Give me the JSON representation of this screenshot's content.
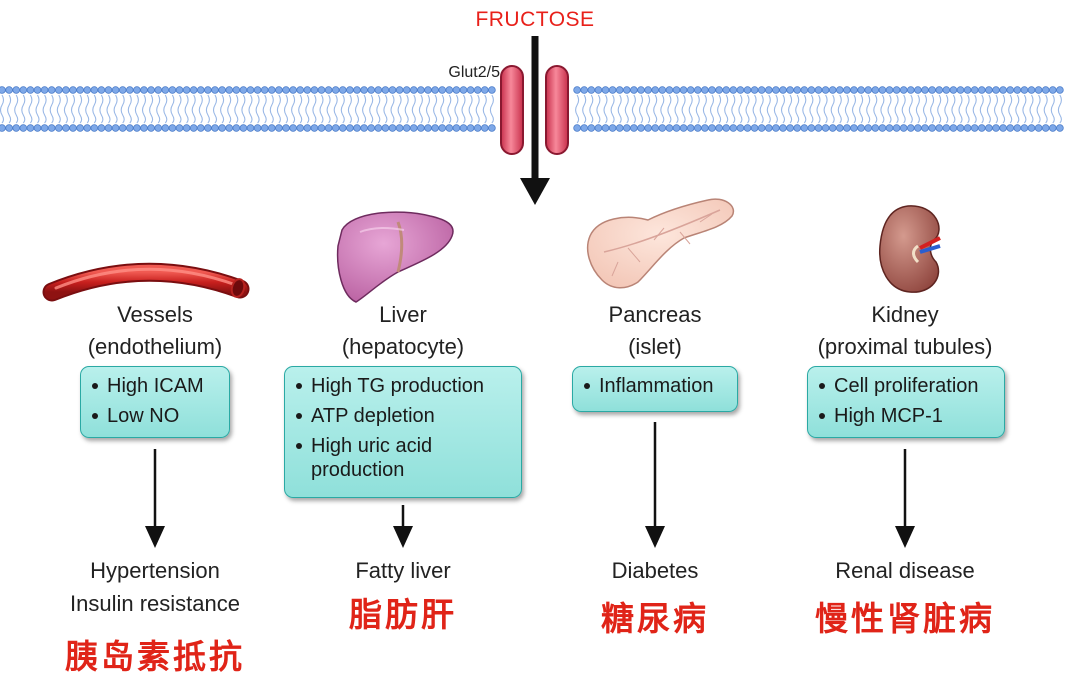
{
  "header": {
    "title": "FRUCTOSE",
    "transporter_label": "Glut2/5"
  },
  "colors": {
    "title_red": "#e8201a",
    "chinese_red": "#e02418",
    "membrane_blue": "#7ea8e8",
    "channel_red": "#f0607a",
    "box_teal": "#9fe6e0"
  },
  "columns": [
    {
      "icon": "blood-vessel-icon",
      "organ": "Vessels",
      "location": "(endothelium)",
      "effects": [
        "High ICAM",
        "Low NO"
      ],
      "outcome_lines": [
        "Hypertension",
        "Insulin resistance"
      ],
      "chinese": "胰岛素抵抗"
    },
    {
      "icon": "liver-icon",
      "organ": "Liver",
      "location": "(hepatocyte)",
      "effects": [
        "High TG production",
        "ATP depletion",
        "High uric acid production"
      ],
      "outcome_lines": [
        "Fatty liver"
      ],
      "chinese": "脂肪肝"
    },
    {
      "icon": "pancreas-icon",
      "organ": "Pancreas",
      "location": "(islet)",
      "effects": [
        "Inflammation"
      ],
      "outcome_lines": [
        "Diabetes"
      ],
      "chinese": "糖尿病"
    },
    {
      "icon": "kidney-icon",
      "organ": "Kidney",
      "location": "(proximal tubules)",
      "effects": [
        "Cell proliferation",
        "High MCP-1"
      ],
      "outcome_lines": [
        "Renal disease"
      ],
      "chinese": "慢性肾脏病"
    }
  ]
}
